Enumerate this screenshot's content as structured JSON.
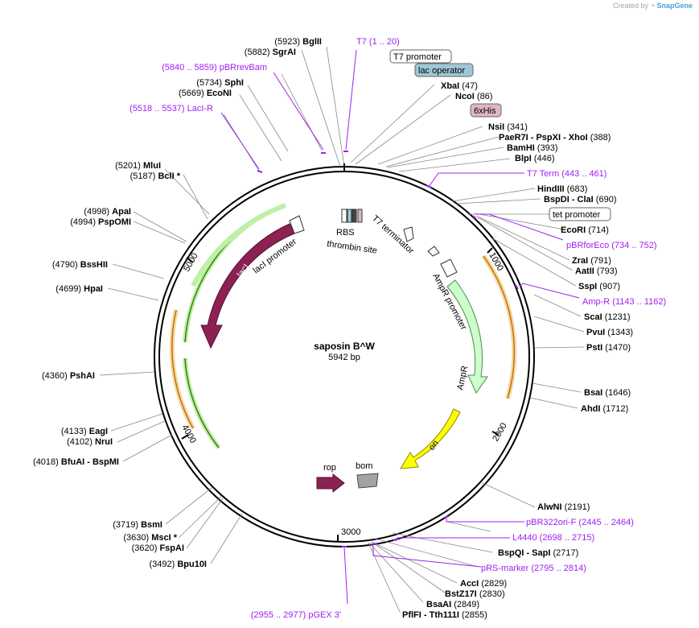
{
  "credit": {
    "prefix": "Created by",
    "brand": "SnapGene"
  },
  "plasmid": {
    "name": "saposin B^W",
    "size": "5942 bp"
  },
  "ticks": [
    "1000",
    "2000",
    "3000",
    "4000",
    "5000"
  ],
  "colors": {
    "primer": "#a020f0",
    "lacI": "#8b2252",
    "ampR": "#ccffcc",
    "ori": "#ffff00",
    "rop": "#8b2252",
    "bom": "#a0a4aa",
    "lacOperator": "#9fc7d6",
    "tag6xHis": "#e0b5c6",
    "orangeTrack": "#f0a030",
    "greenTrack": "#90e070"
  },
  "labels": [
    {
      "pos": "(5923)",
      "name": "BglII"
    },
    {
      "pos": "(5882)",
      "name": "SgrAI"
    },
    {
      "pos": "(5840 .. 5859)",
      "name": "pBRrevBam",
      "type": "primer"
    },
    {
      "pos": "(5734)",
      "name": "SphI"
    },
    {
      "pos": "(5669)",
      "name": "EcoNI"
    },
    {
      "pos": "(5518 .. 5537)",
      "name": "LacI-R",
      "type": "primer"
    },
    {
      "pos": "(5201)",
      "name": "MluI"
    },
    {
      "pos": "(5187)",
      "name": "BclI *"
    },
    {
      "pos": "(4998)",
      "name": "ApaI"
    },
    {
      "pos": "(4994)",
      "name": "PspOMI"
    },
    {
      "pos": "(4790)",
      "name": "BssHII"
    },
    {
      "pos": "(4699)",
      "name": "HpaI"
    },
    {
      "pos": "(4360)",
      "name": "PshAI"
    },
    {
      "pos": "(4133)",
      "name": "EagI"
    },
    {
      "pos": "(4102)",
      "name": "NruI"
    },
    {
      "pos": "(4018)",
      "name": "BfuAI  -  BspMI"
    },
    {
      "pos": "(3719)",
      "name": "BsmI"
    },
    {
      "pos": "(3630)",
      "name": "MscI *"
    },
    {
      "pos": "(3620)",
      "name": "FspAI"
    },
    {
      "pos": "(3492)",
      "name": "Bpu10I"
    },
    {
      "pos": "(2955 .. 2977)",
      "name": "pGEX 3'",
      "type": "primer"
    },
    {
      "name": "T7",
      "pos": "(1 .. 20)",
      "type": "primer"
    },
    {
      "name": "T7 promoter",
      "type": "box"
    },
    {
      "name": "lac operator",
      "type": "box-blue"
    },
    {
      "name": "XbaI",
      "pos": "(47)"
    },
    {
      "name": "NcoI",
      "pos": "(86)"
    },
    {
      "name": "6xHis",
      "type": "box-pink"
    },
    {
      "name": "NsiI",
      "pos": "(341)"
    },
    {
      "name": "PaeR7I  -  PspXI  -  XhoI",
      "pos": "(388)"
    },
    {
      "name": "BamHI",
      "pos": "(393)"
    },
    {
      "name": "BlpI",
      "pos": "(446)"
    },
    {
      "name": "T7 Term",
      "pos": "(443 .. 461)",
      "type": "primer"
    },
    {
      "name": "HindIII",
      "pos": "(683)"
    },
    {
      "name": "BspDI  -  ClaI",
      "pos": "(690)"
    },
    {
      "name": "tet promoter",
      "type": "box"
    },
    {
      "name": "EcoRI",
      "pos": "(714)"
    },
    {
      "name": "pBRforEco",
      "pos": "(734 .. 752)",
      "type": "primer"
    },
    {
      "name": "ZraI",
      "pos": "(791)"
    },
    {
      "name": "AatII",
      "pos": "(793)"
    },
    {
      "name": "SspI",
      "pos": "(907)"
    },
    {
      "name": "Amp-R",
      "pos": "(1143 .. 1162)",
      "type": "primer"
    },
    {
      "name": "ScaI",
      "pos": "(1231)"
    },
    {
      "name": "PvuI",
      "pos": "(1343)"
    },
    {
      "name": "PstI",
      "pos": "(1470)"
    },
    {
      "name": "BsaI",
      "pos": "(1646)"
    },
    {
      "name": "AhdI",
      "pos": "(1712)"
    },
    {
      "name": "AlwNI",
      "pos": "(2191)"
    },
    {
      "name": "pBR322ori-F",
      "pos": "(2445 .. 2464)",
      "type": "primer"
    },
    {
      "name": "L4440",
      "pos": "(2698 .. 2715)",
      "type": "primer"
    },
    {
      "name": "BspQI  -  SapI",
      "pos": "(2717)"
    },
    {
      "name": "pRS-marker",
      "pos": "(2795 .. 2814)",
      "type": "primer"
    },
    {
      "name": "AccI",
      "pos": "(2829)"
    },
    {
      "name": "BstZ17I",
      "pos": "(2830)"
    },
    {
      "name": "BsaAI",
      "pos": "(2849)"
    },
    {
      "name": "PflFI  -  Tth111I",
      "pos": "(2855)"
    }
  ],
  "features": {
    "RBS": "RBS",
    "thrombin": "thrombin site",
    "t7term": "T7 terminator",
    "lacIprom": "lacI promoter",
    "lacI": "lacI",
    "ampRprom": "AmpR promoter",
    "ampR": "AmpR",
    "ori": "ori",
    "rop": "rop",
    "bom": "bom"
  }
}
